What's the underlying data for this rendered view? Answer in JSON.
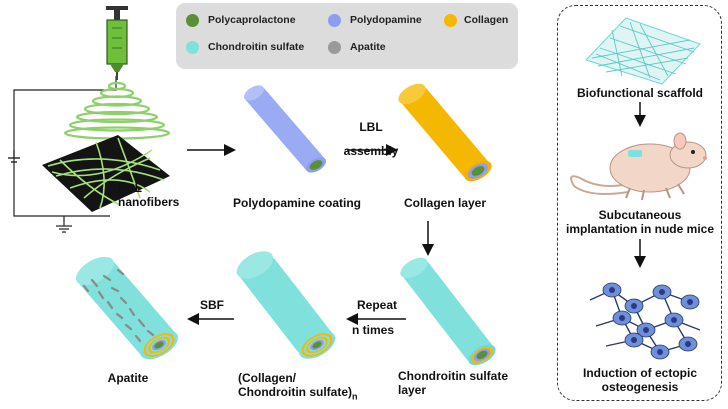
{
  "legend": {
    "items": [
      {
        "label": "Polycaprolactone",
        "color": "#5a8f3a"
      },
      {
        "label": "Polydopamine",
        "color": "#8d9ef0"
      },
      {
        "label": "Collagen",
        "color": "#f5b800"
      },
      {
        "label": "Chondroitin sulfate",
        "color": "#7fe0dc"
      },
      {
        "label": "Apatite",
        "color": "#9a9a9a"
      }
    ]
  },
  "steps": {
    "pcl_line1": "PCL",
    "pcl_line2": "nanofibers",
    "polydopamine": "Polydopamine coating",
    "lbl_line1": "LBL",
    "lbl_line2": "assembly",
    "collagen": "Collagen layer",
    "chondroitin_line1": "Chondroitin sulfate",
    "chondroitin_line2": "layer",
    "repeat_line1": "Repeat",
    "repeat_line2": "n  times",
    "multi_line1": "(Collagen/",
    "multi_line2": "Chondroitin sulfate)",
    "multi_sub": "n",
    "sbf": "SBF",
    "apatite": "Apatite"
  },
  "panel": {
    "scaffold": "Biofunctional scaffold",
    "implant_line1": "Subcutaneous",
    "implant_line2": "implantation in nude mice",
    "induction_line1": "Induction of ectopic",
    "induction_line2": "osteogenesis"
  },
  "icons": [
    "syringe-icon",
    "scaffold-mesh-icon",
    "mouse-icon",
    "cells-icon",
    "ground-icon"
  ]
}
